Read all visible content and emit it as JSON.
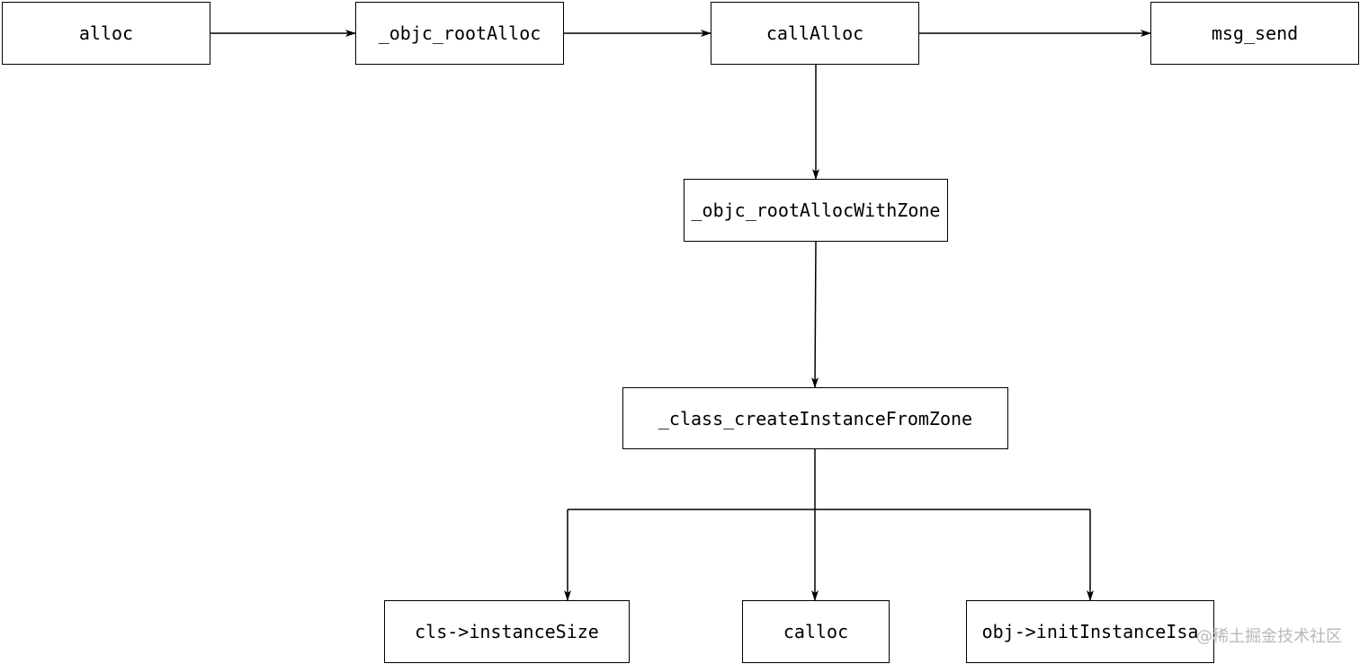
{
  "nodes": {
    "alloc": "alloc",
    "objc_rootAlloc": "_objc_rootAlloc",
    "callAlloc": "callAlloc",
    "msg_send": "msg_send",
    "objc_rootAllocWithZone": "_objc_rootAllocWithZone",
    "class_createInstanceFromZone": "_class_createInstanceFromZone",
    "instanceSize": "cls->instanceSize",
    "calloc": "calloc",
    "initInstanceIsa": "obj->initInstanceIsa"
  },
  "edges": [
    {
      "from": "alloc",
      "to": "objc_rootAlloc"
    },
    {
      "from": "objc_rootAlloc",
      "to": "callAlloc"
    },
    {
      "from": "callAlloc",
      "to": "msg_send"
    },
    {
      "from": "callAlloc",
      "to": "objc_rootAllocWithZone"
    },
    {
      "from": "objc_rootAllocWithZone",
      "to": "class_createInstanceFromZone"
    },
    {
      "from": "class_createInstanceFromZone",
      "to": "instanceSize"
    },
    {
      "from": "class_createInstanceFromZone",
      "to": "calloc"
    },
    {
      "from": "class_createInstanceFromZone",
      "to": "initInstanceIsa"
    }
  ],
  "watermark": "@稀土掘金技术社区",
  "colors": {
    "stroke": "#000000",
    "watermark": "#b9b9b9"
  }
}
